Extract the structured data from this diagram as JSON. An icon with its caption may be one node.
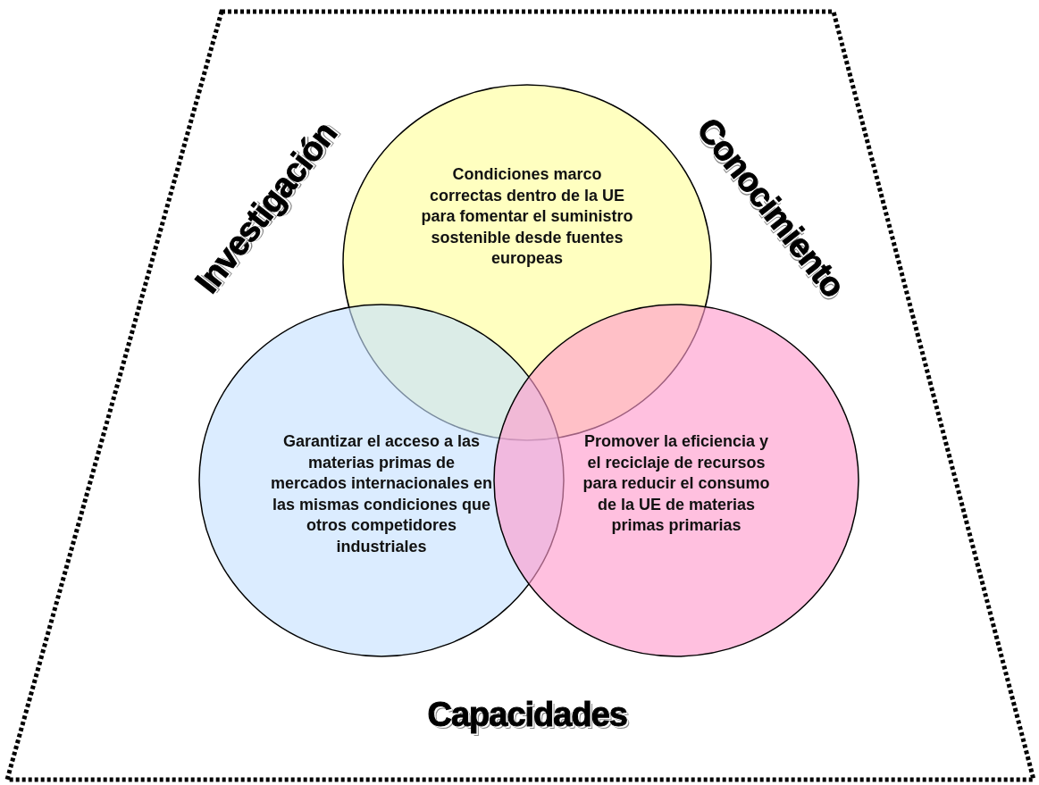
{
  "diagram": {
    "nodes": [
      {
        "text": [
          "Investigación",
          "Conocimiento",
          "Capacidades"
        ]
      },
      {
        "text": [
          "Condiciones marco correctas dentro de la UE para fomentar el suministro sostenible desde fuentes europeas"
        ],
        "in": 0
      },
      {
        "text": [
          "Garantizar el acceso a las materias primas de mercados internacionales en las mismas condiciones que otros competidores industriales"
        ],
        "in": 0
      },
      {
        "text": [
          "Promover la eficiencia y el reciclaje de recursos para reducir el consumo de la UE de materias primas primarias"
        ],
        "in": 0
      }
    ]
  }
}
